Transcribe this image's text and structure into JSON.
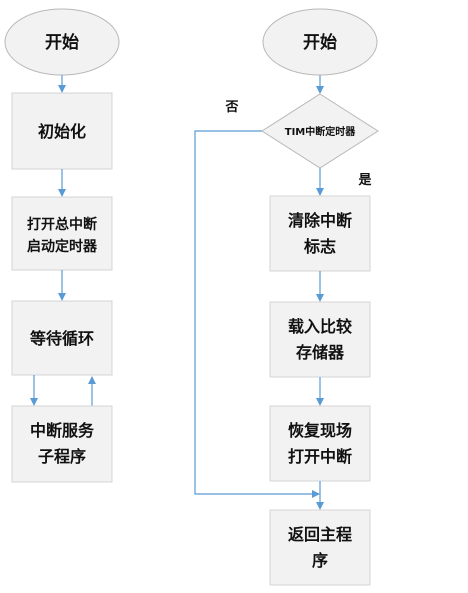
{
  "left_flow": {
    "start": "开始",
    "init": "初始化",
    "enable_line1": "打开总中断",
    "enable_line2": "启动定时器",
    "wait": "等待循环",
    "service_line1": "中断服务",
    "service_line2": "子程序"
  },
  "right_flow": {
    "start": "开始",
    "decision": "TIM中断定时器",
    "no_label": "否",
    "yes_label": "是",
    "clear_line1": "清除中断",
    "clear_line2": "标志",
    "load_line1": "载入比较",
    "load_line2": "存储器",
    "restore_line1": "恢复现场",
    "restore_line2": "打开中断",
    "return_line1": "返回主程",
    "return_line2": "序"
  },
  "colors": {
    "connector": "#5b9bd5",
    "node_fill": "#f2f2f2"
  }
}
